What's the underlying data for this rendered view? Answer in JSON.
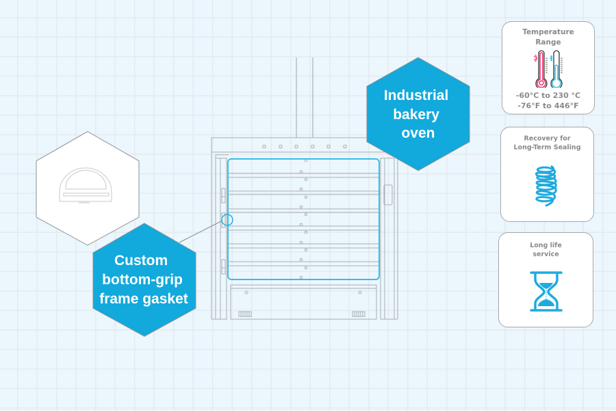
{
  "labels": {
    "oven": [
      "Industrial",
      "bakery",
      "oven"
    ],
    "gasket": [
      "Custom",
      "bottom-grip",
      "frame gasket"
    ]
  },
  "cards": [
    {
      "title_lines": [
        "Temperature",
        "Range"
      ],
      "icon": "thermometer-hot-cold-icon",
      "values": [
        "-60°C to 230 °C",
        "-76°F to 446°F"
      ]
    },
    {
      "title_lines": [
        "Recovery for",
        "Long-Term Sealing"
      ],
      "icon": "spring-coil-icon"
    },
    {
      "title_lines": [
        "Long life",
        "service"
      ],
      "icon": "hourglass-icon"
    }
  ],
  "colors": {
    "accent": "#12a9dc",
    "hot": "#e8336d",
    "cold": "#3bbce9",
    "outline": "#a7abae",
    "background": "#ecf6fd",
    "text_gray": "#8a8a8a"
  }
}
